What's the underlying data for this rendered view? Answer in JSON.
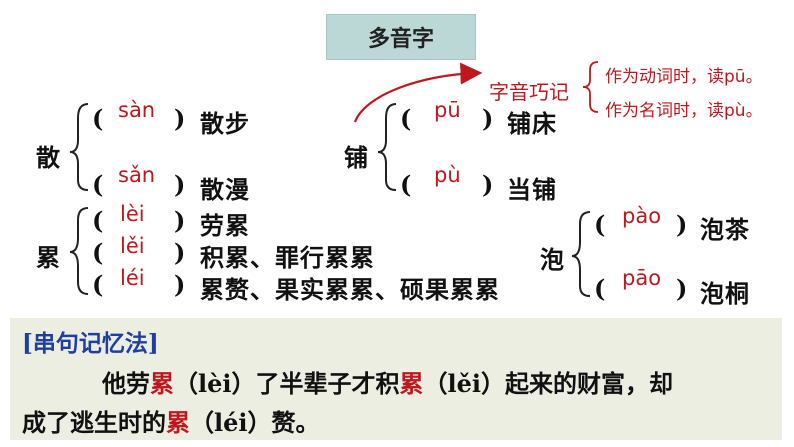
{
  "title": "多音字",
  "tip": {
    "label": "字音巧记",
    "lines": [
      "作为动词时，读pū。",
      "作为名词时，读pù。"
    ]
  },
  "groups": {
    "san": {
      "char": "散",
      "items": [
        {
          "pinyin": "sàn",
          "word": "散步"
        },
        {
          "pinyin": "sǎn",
          "word": "散漫"
        }
      ]
    },
    "pu": {
      "char": "铺",
      "items": [
        {
          "pinyin": "pū",
          "word": "铺床"
        },
        {
          "pinyin": "pù",
          "word": "当铺"
        }
      ]
    },
    "lei": {
      "char": "累",
      "items": [
        {
          "pinyin": "lèi",
          "word": "劳累"
        },
        {
          "pinyin": "lěi",
          "word": "积累、罪行累累"
        },
        {
          "pinyin": "léi",
          "word": "累赘、果实累累、硕果累累"
        }
      ]
    },
    "pao": {
      "char": "泡",
      "items": [
        {
          "pinyin": "pào",
          "word": "泡茶"
        },
        {
          "pinyin": "pāo",
          "word": "泡桐"
        }
      ]
    }
  },
  "parens": {
    "open": "(",
    "close": ")"
  },
  "memo": {
    "title": "[串句记忆法]",
    "line1": [
      {
        "t": "他劳",
        "red": false
      },
      {
        "t": "累",
        "red": true
      },
      {
        "t": "（lèi）了半辈子才积",
        "red": false
      },
      {
        "t": "累",
        "red": true
      },
      {
        "t": "（lěi）起来的财富，却",
        "red": false
      }
    ],
    "line2": [
      {
        "t": "成了逃生时的",
        "red": false
      },
      {
        "t": "累",
        "red": true
      },
      {
        "t": "（léi）赘。",
        "red": false
      }
    ]
  }
}
